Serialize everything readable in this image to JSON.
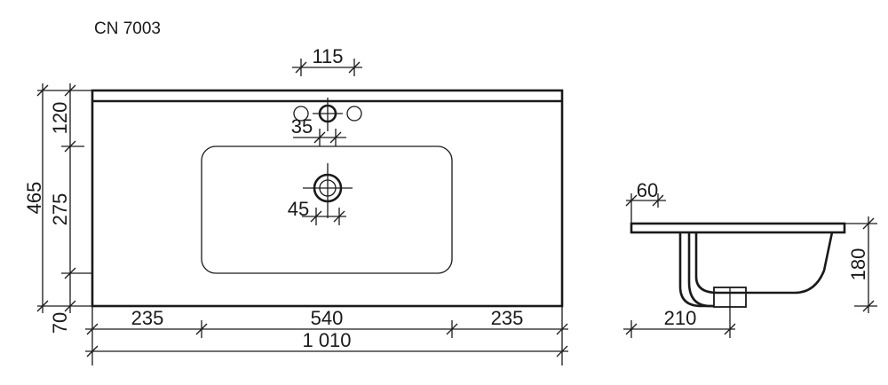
{
  "model": "CN 7003",
  "dimensions": {
    "top_total_width": "1 010",
    "left_margin": "235",
    "bowl_width": "540",
    "right_margin": "235",
    "total_depth": "465",
    "back_deck": "120",
    "bowl_depth": "275",
    "front_edge": "70",
    "tap_hole_spacing": "115",
    "tap_hole_diameter": "35",
    "drain_diameter": "45",
    "slab_thickness": "60",
    "bowl_height": "180",
    "drain_offset": "210"
  },
  "colors": {
    "stroke": "#1a1a1a",
    "background": "#ffffff"
  }
}
